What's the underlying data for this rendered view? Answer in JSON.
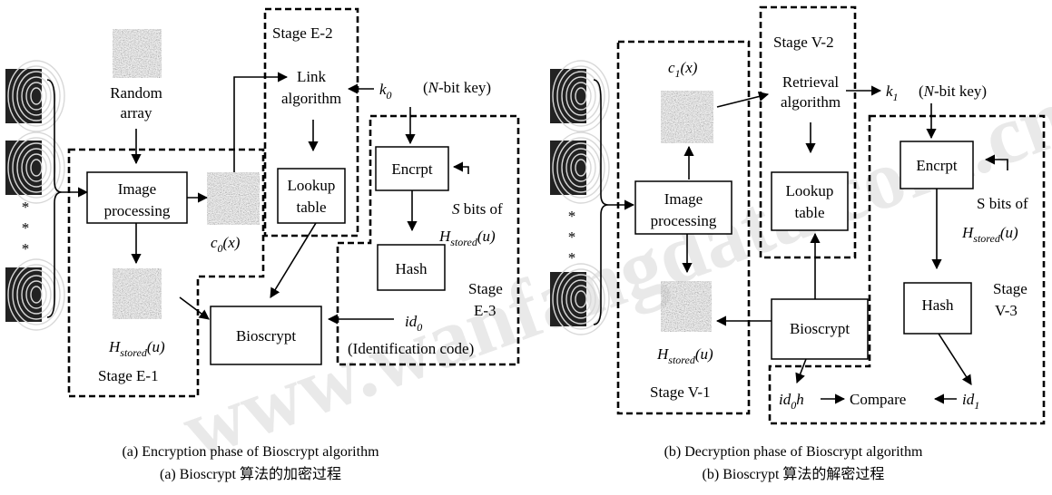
{
  "left": {
    "random_array": [
      "Random",
      "array"
    ],
    "image_processing": [
      "Image",
      "processing"
    ],
    "c0_label": {
      "main": "c",
      "sub": "0",
      "arg": "(x)"
    },
    "h_stored": {
      "main": "H",
      "sub": "stored",
      "arg": "(u)"
    },
    "stage_e1": "Stage E-1",
    "stage_e2": "Stage E-2",
    "link_algorithm": [
      "Link",
      "algorithm"
    ],
    "lookup_table": [
      "Lookup",
      "table"
    ],
    "k0": {
      "main": "k",
      "sub": "0"
    },
    "nbit_key": {
      "open": "(",
      "italic": "N",
      "rest": "-bit key)"
    },
    "encrpt": "Encrpt",
    "s_bits": {
      "italic": "S",
      "rest": " bits of"
    },
    "h_stored2": {
      "main": "H",
      "sub": "stored",
      "arg": "(u)"
    },
    "hash": "Hash",
    "stage_e3": [
      "Stage",
      "E-3"
    ],
    "bioscrypt": "Bioscrypt",
    "id0": {
      "main": "id",
      "sub": "0"
    },
    "identification_code": "(Identification code)",
    "dots": [
      "*",
      "*",
      "*"
    ]
  },
  "right": {
    "c1_label": {
      "main": "c",
      "sub": "1",
      "arg": "(x)"
    },
    "stage_v2": "Stage V-2",
    "retrieval_algorithm": [
      "Retrieval",
      "algorithm"
    ],
    "k1": {
      "main": "k",
      "sub": "1"
    },
    "nbit_key": {
      "open": "(",
      "italic": "N",
      "rest": "-bit key)"
    },
    "image_processing": [
      "Image",
      "processing"
    ],
    "lookup_table": [
      "Lookup",
      "table"
    ],
    "encrpt": "Encrpt",
    "s_bits": "S bits of",
    "h_stored2": {
      "main": "H",
      "sub": "stored",
      "arg": "(u)"
    },
    "hash": "Hash",
    "stage_v3": [
      "Stage",
      "V-3"
    ],
    "bioscrypt": "Bioscrypt",
    "h_stored": {
      "main": "H",
      "sub": "stored",
      "arg": "(u)"
    },
    "stage_v1": "Stage V-1",
    "id0h": {
      "main": "id",
      "sub": "0",
      "tail": "h"
    },
    "compare": "Compare",
    "id1": {
      "main": "id",
      "sub": "1"
    },
    "dots": [
      "*",
      "*",
      "*"
    ]
  },
  "captions": {
    "a_en": "(a) Encryption phase of Bioscrypt algorithm",
    "a_cn": "(a) Bioscrypt 算法的加密过程",
    "b_en": "(b) Decryption phase of Bioscrypt algorithm",
    "b_cn": "(b) Bioscrypt 算法的解密过程"
  },
  "watermark": "www.wanfangdata.com.cn"
}
